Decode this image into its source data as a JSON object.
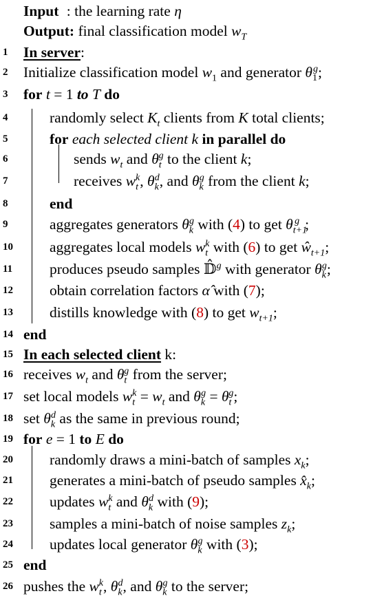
{
  "header": {
    "input_label": "Input",
    "input_text": ": the learning rate η",
    "output_label": "Output:",
    "output_text": "final classification model w",
    "output_sub": "T"
  },
  "lines": [
    {
      "n": "1",
      "t": "In server:"
    },
    {
      "n": "2",
      "t": "Initialize classification model w1 and generator θ1g;"
    },
    {
      "n": "3",
      "t": "for t = 1 to T do"
    },
    {
      "n": "4",
      "t": "randomly select Kt clients from K total clients;"
    },
    {
      "n": "5",
      "t": "for each selected client k in parallel do"
    },
    {
      "n": "6",
      "t": "sends wt and θtg to the client k;"
    },
    {
      "n": "7",
      "t": "receives wtk, θkd, and θkg from the client k;"
    },
    {
      "n": "8",
      "t": "end"
    },
    {
      "n": "9",
      "t": "aggregates generators θkg with (4) to get θt+1g;"
    },
    {
      "n": "10",
      "t": "aggregates local models wtk with (6) to get ŵt+1;"
    },
    {
      "n": "11",
      "t": "produces pseudo samples 𝔻̂g with generator θkg;"
    },
    {
      "n": "12",
      "t": "obtain correlation factors α̂ with (7);"
    },
    {
      "n": "13",
      "t": "distills knowledge with (8) to get wt+1;"
    },
    {
      "n": "14",
      "t": "end"
    },
    {
      "n": "15",
      "t": "In each selected client k:"
    },
    {
      "n": "16",
      "t": "receives wt and θtg from the server;"
    },
    {
      "n": "17",
      "t": "set local models wtk = wt and θkg = θtg;"
    },
    {
      "n": "18",
      "t": "set θkd as the same in previous round;"
    },
    {
      "n": "19",
      "t": "for e = 1 to E do"
    },
    {
      "n": "20",
      "t": "randomly draws a mini-batch of samples xk;"
    },
    {
      "n": "21",
      "t": "generates a mini-batch of pseudo samples x̂k;"
    },
    {
      "n": "22",
      "t": "updates wtk and θkd with (9);"
    },
    {
      "n": "23",
      "t": "samples a mini-batch of noise samples zk;"
    },
    {
      "n": "24",
      "t": "updates local generator θkg with (3);"
    },
    {
      "n": "25",
      "t": "end"
    },
    {
      "n": "26",
      "t": "pushes the wtk, θkd, and θkg to the server;"
    }
  ],
  "refs": {
    "r3": "3",
    "r4": "4",
    "r6": "6",
    "r7": "7",
    "r8": "8",
    "r9": "9"
  }
}
